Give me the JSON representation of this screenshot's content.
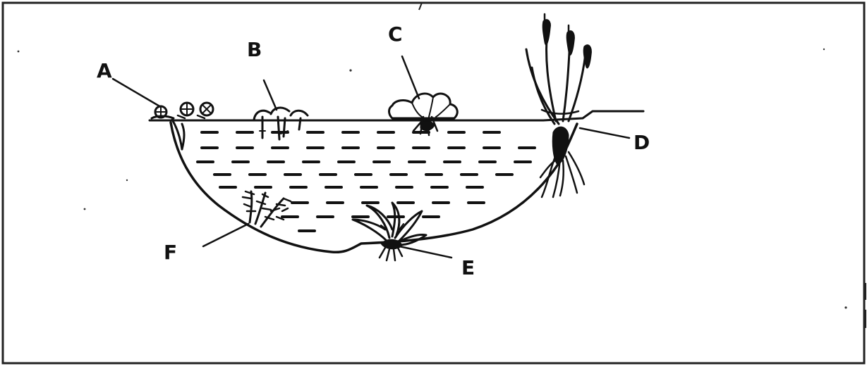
{
  "diagram": {
    "labels": {
      "a": "A",
      "b": "B",
      "c": "C",
      "d": "D",
      "e": "E",
      "f": "F"
    }
  },
  "colors": {
    "ink": "#111111",
    "background": "#ffffff"
  }
}
